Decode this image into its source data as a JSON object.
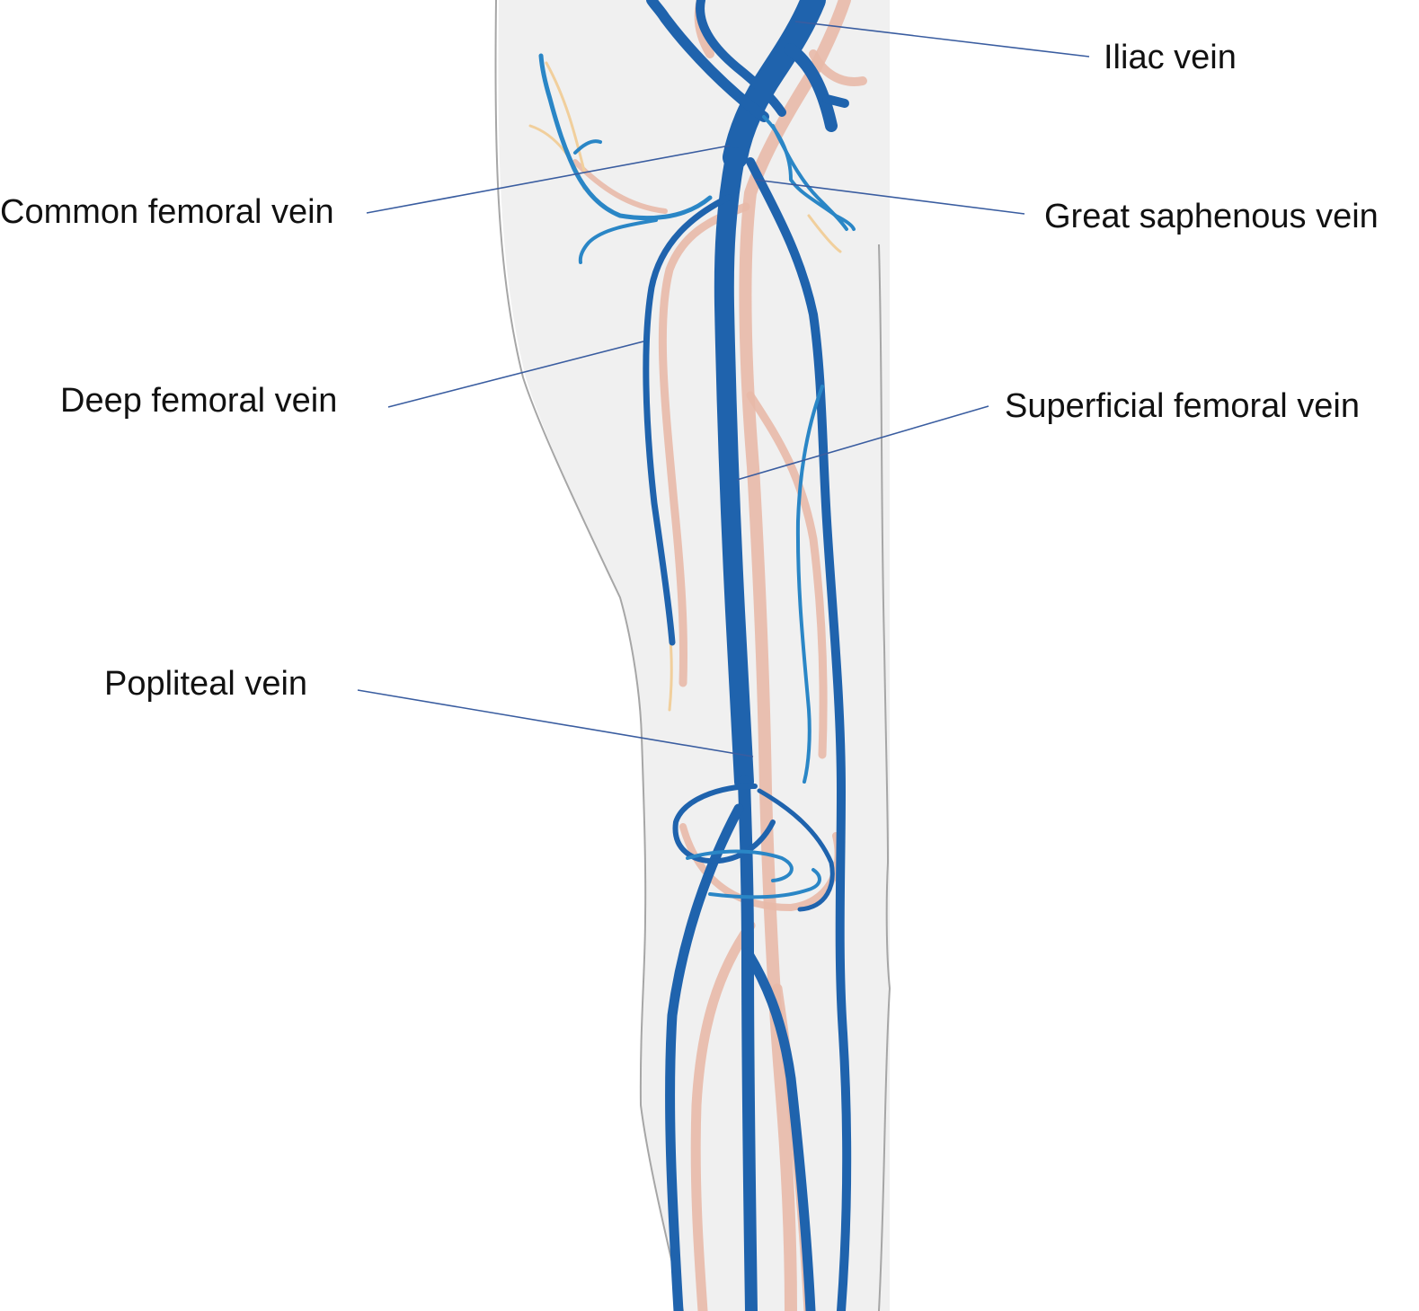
{
  "figure": {
    "colors": {
      "vein": "#1f63ad",
      "vein_branch": "#2a86c6",
      "artery": "#e8b9a9",
      "nerve": "#f1cf9c",
      "leg_fill": "#f0f0f0",
      "leg_outline": "#a6a6a6",
      "leader_line": "#3a5da0"
    },
    "labels": {
      "iliac_vein": "Iliac vein",
      "common_femoral_vein": "Common femoral vein",
      "great_saphenous_vein": "Great saphenous vein",
      "deep_femoral_vein": "Deep femoral vein",
      "superficial_femoral_vein": "Superficial femoral vein",
      "popliteal_vein": "Popliteal vein"
    }
  }
}
